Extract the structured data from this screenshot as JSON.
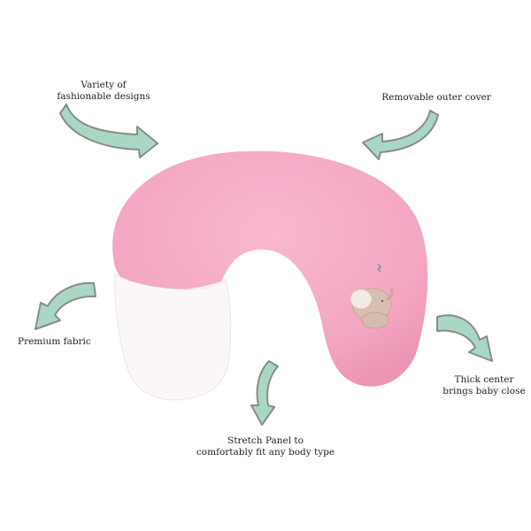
{
  "features": [
    {
      "id": "designs",
      "lines": [
        "Variety of",
        "fashionable designs"
      ]
    },
    {
      "id": "cover",
      "lines": [
        "Removable outer cover"
      ]
    },
    {
      "id": "fabric",
      "lines": [
        "Premium fabric"
      ]
    },
    {
      "id": "center",
      "lines": [
        "Thick center",
        "brings baby close"
      ]
    },
    {
      "id": "stretch",
      "lines": [
        "Stretch Panel to",
        "comfortably fit any body type"
      ]
    }
  ],
  "product": {
    "name": "nursing-pillow",
    "cover_color": "#f4a6c3",
    "panel_color": "#fbf7f6",
    "applique": "elephant"
  },
  "colors": {
    "arrow_fill": "#a8d8c4",
    "arrow_stroke": "#8a8a8a",
    "background": "#ffffff"
  }
}
